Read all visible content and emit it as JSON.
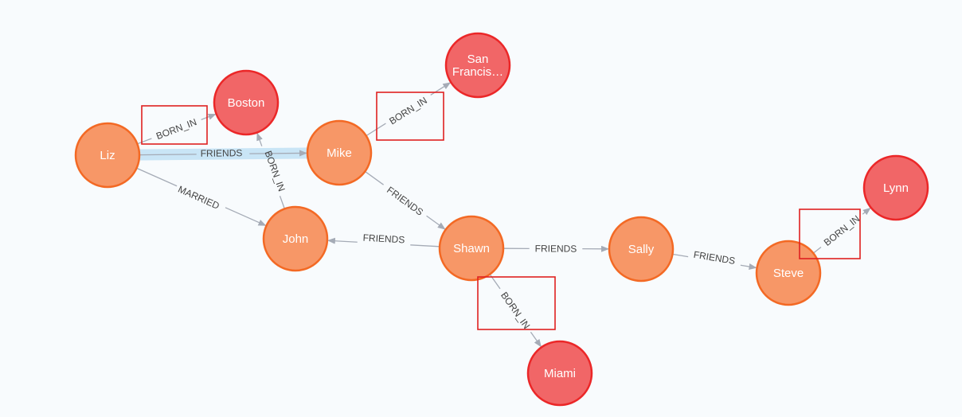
{
  "colors": {
    "person_fill": "#f79767",
    "person_stroke": "#f36924",
    "city_fill": "#f16667",
    "city_stroke": "#eb2728",
    "edge": "#a5abb6",
    "edge_label": "#444444",
    "highlight": "#e02020",
    "selection": "#c4e3f6"
  },
  "nodes": [
    {
      "id": "liz",
      "label": "Liz",
      "kind": "person"
    },
    {
      "id": "boston",
      "label": "Boston",
      "kind": "city"
    },
    {
      "id": "mike",
      "label": "Mike",
      "kind": "person"
    },
    {
      "id": "sanfrancisco",
      "label": "San Francis…",
      "lines": [
        "San",
        "Francis…"
      ],
      "kind": "city"
    },
    {
      "id": "john",
      "label": "John",
      "kind": "person"
    },
    {
      "id": "shawn",
      "label": "Shawn",
      "kind": "person"
    },
    {
      "id": "sally",
      "label": "Sally",
      "kind": "person"
    },
    {
      "id": "steve",
      "label": "Steve",
      "kind": "person"
    },
    {
      "id": "lynn",
      "label": "Lynn",
      "kind": "city"
    },
    {
      "id": "miami",
      "label": "Miami",
      "kind": "city"
    }
  ],
  "edges": [
    {
      "from": "liz",
      "to": "boston",
      "label": "BORN_IN",
      "highlighted": true
    },
    {
      "from": "liz",
      "to": "mike",
      "label": "FRIENDS",
      "selected": true
    },
    {
      "from": "liz",
      "to": "john",
      "label": "MARRIED"
    },
    {
      "from": "john",
      "to": "boston",
      "label": "BORN_IN"
    },
    {
      "from": "mike",
      "to": "sanfrancisco",
      "label": "BORN_IN",
      "highlighted": true
    },
    {
      "from": "mike",
      "to": "shawn",
      "label": "FRIENDS"
    },
    {
      "from": "shawn",
      "to": "john",
      "label": "FRIENDS"
    },
    {
      "from": "shawn",
      "to": "sally",
      "label": "FRIENDS"
    },
    {
      "from": "shawn",
      "to": "miami",
      "label": "BORN_IN",
      "highlighted": true
    },
    {
      "from": "sally",
      "to": "steve",
      "label": "FRIENDS"
    },
    {
      "from": "steve",
      "to": "lynn",
      "label": "BORN_IN",
      "highlighted": true
    }
  ]
}
